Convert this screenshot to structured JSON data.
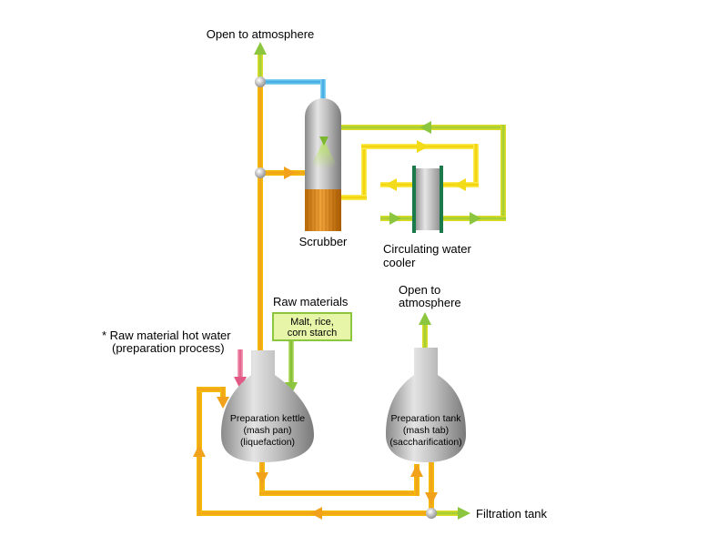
{
  "labels": {
    "open_top": "Open to atmosphere",
    "scrubber": "Scrubber",
    "cooler_line1": "Circulating water",
    "cooler_line2": "cooler",
    "raw_materials": "Raw materials",
    "raw_box_line1": "Malt, rice,",
    "raw_box_line2": "corn starch",
    "hot_water_line1": "* Raw material hot water",
    "hot_water_line2": "(preparation process)",
    "open_right_line1": "Open to",
    "open_right_line2": "atmosphere",
    "kettle_line1": "Preparation kettle",
    "kettle_line2": "(mash pan)",
    "kettle_line3": "(liquefaction)",
    "tank_line1": "Preparation tank",
    "tank_line2": "(mash tab)",
    "tank_line3": "(saccharification)",
    "filtration": "Filtration tank"
  },
  "colors": {
    "pipe_orange": "#f2a21a",
    "pipe_yellow": "#f2dc1a",
    "pipe_green": "#8cc63f",
    "pipe_blue": "#3fb4e6",
    "pipe_pink": "#e8739a",
    "vessel_gray": "#a8a8a8",
    "packing_orange": "#d9820f",
    "cooler_plate": "#1a7a4a",
    "raw_box_fill": "#e6f5a8",
    "raw_box_border": "#8cc63f"
  }
}
